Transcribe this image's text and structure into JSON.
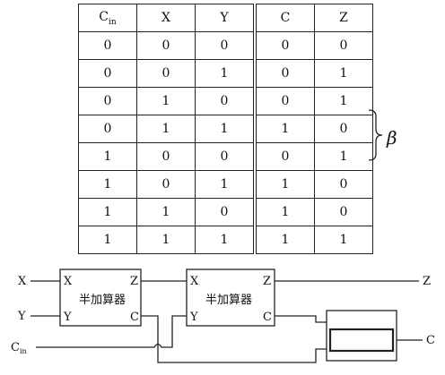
{
  "table": {
    "headers": [
      {
        "main": "C",
        "sub": "in"
      },
      {
        "main": "X",
        "sub": ""
      },
      {
        "main": "Y",
        "sub": ""
      },
      {
        "main": "C",
        "sub": ""
      },
      {
        "main": "Z",
        "sub": ""
      }
    ],
    "rows": [
      [
        "0",
        "0",
        "0",
        "0",
        "0"
      ],
      [
        "0",
        "0",
        "1",
        "0",
        "1"
      ],
      [
        "0",
        "1",
        "0",
        "0",
        "1"
      ],
      [
        "0",
        "1",
        "1",
        "1",
        "0"
      ],
      [
        "1",
        "0",
        "0",
        "0",
        "1"
      ],
      [
        "1",
        "0",
        "1",
        "1",
        "0"
      ],
      [
        "1",
        "1",
        "0",
        "1",
        "0"
      ],
      [
        "1",
        "1",
        "1",
        "1",
        "1"
      ]
    ]
  },
  "annotation": {
    "symbol": "β"
  },
  "circuit": {
    "input_x": "X",
    "input_y": "Y",
    "input_cin_main": "C",
    "input_cin_sub": "in",
    "output_z": "Z",
    "output_c": "C",
    "half_adder_1": {
      "label": "半加算器",
      "port_x": "X",
      "port_y": "Y",
      "port_z": "Z",
      "port_c": "C"
    },
    "half_adder_2": {
      "label": "半加算器",
      "port_x": "X",
      "port_y": "Y",
      "port_z": "Z",
      "port_c": "C"
    }
  }
}
